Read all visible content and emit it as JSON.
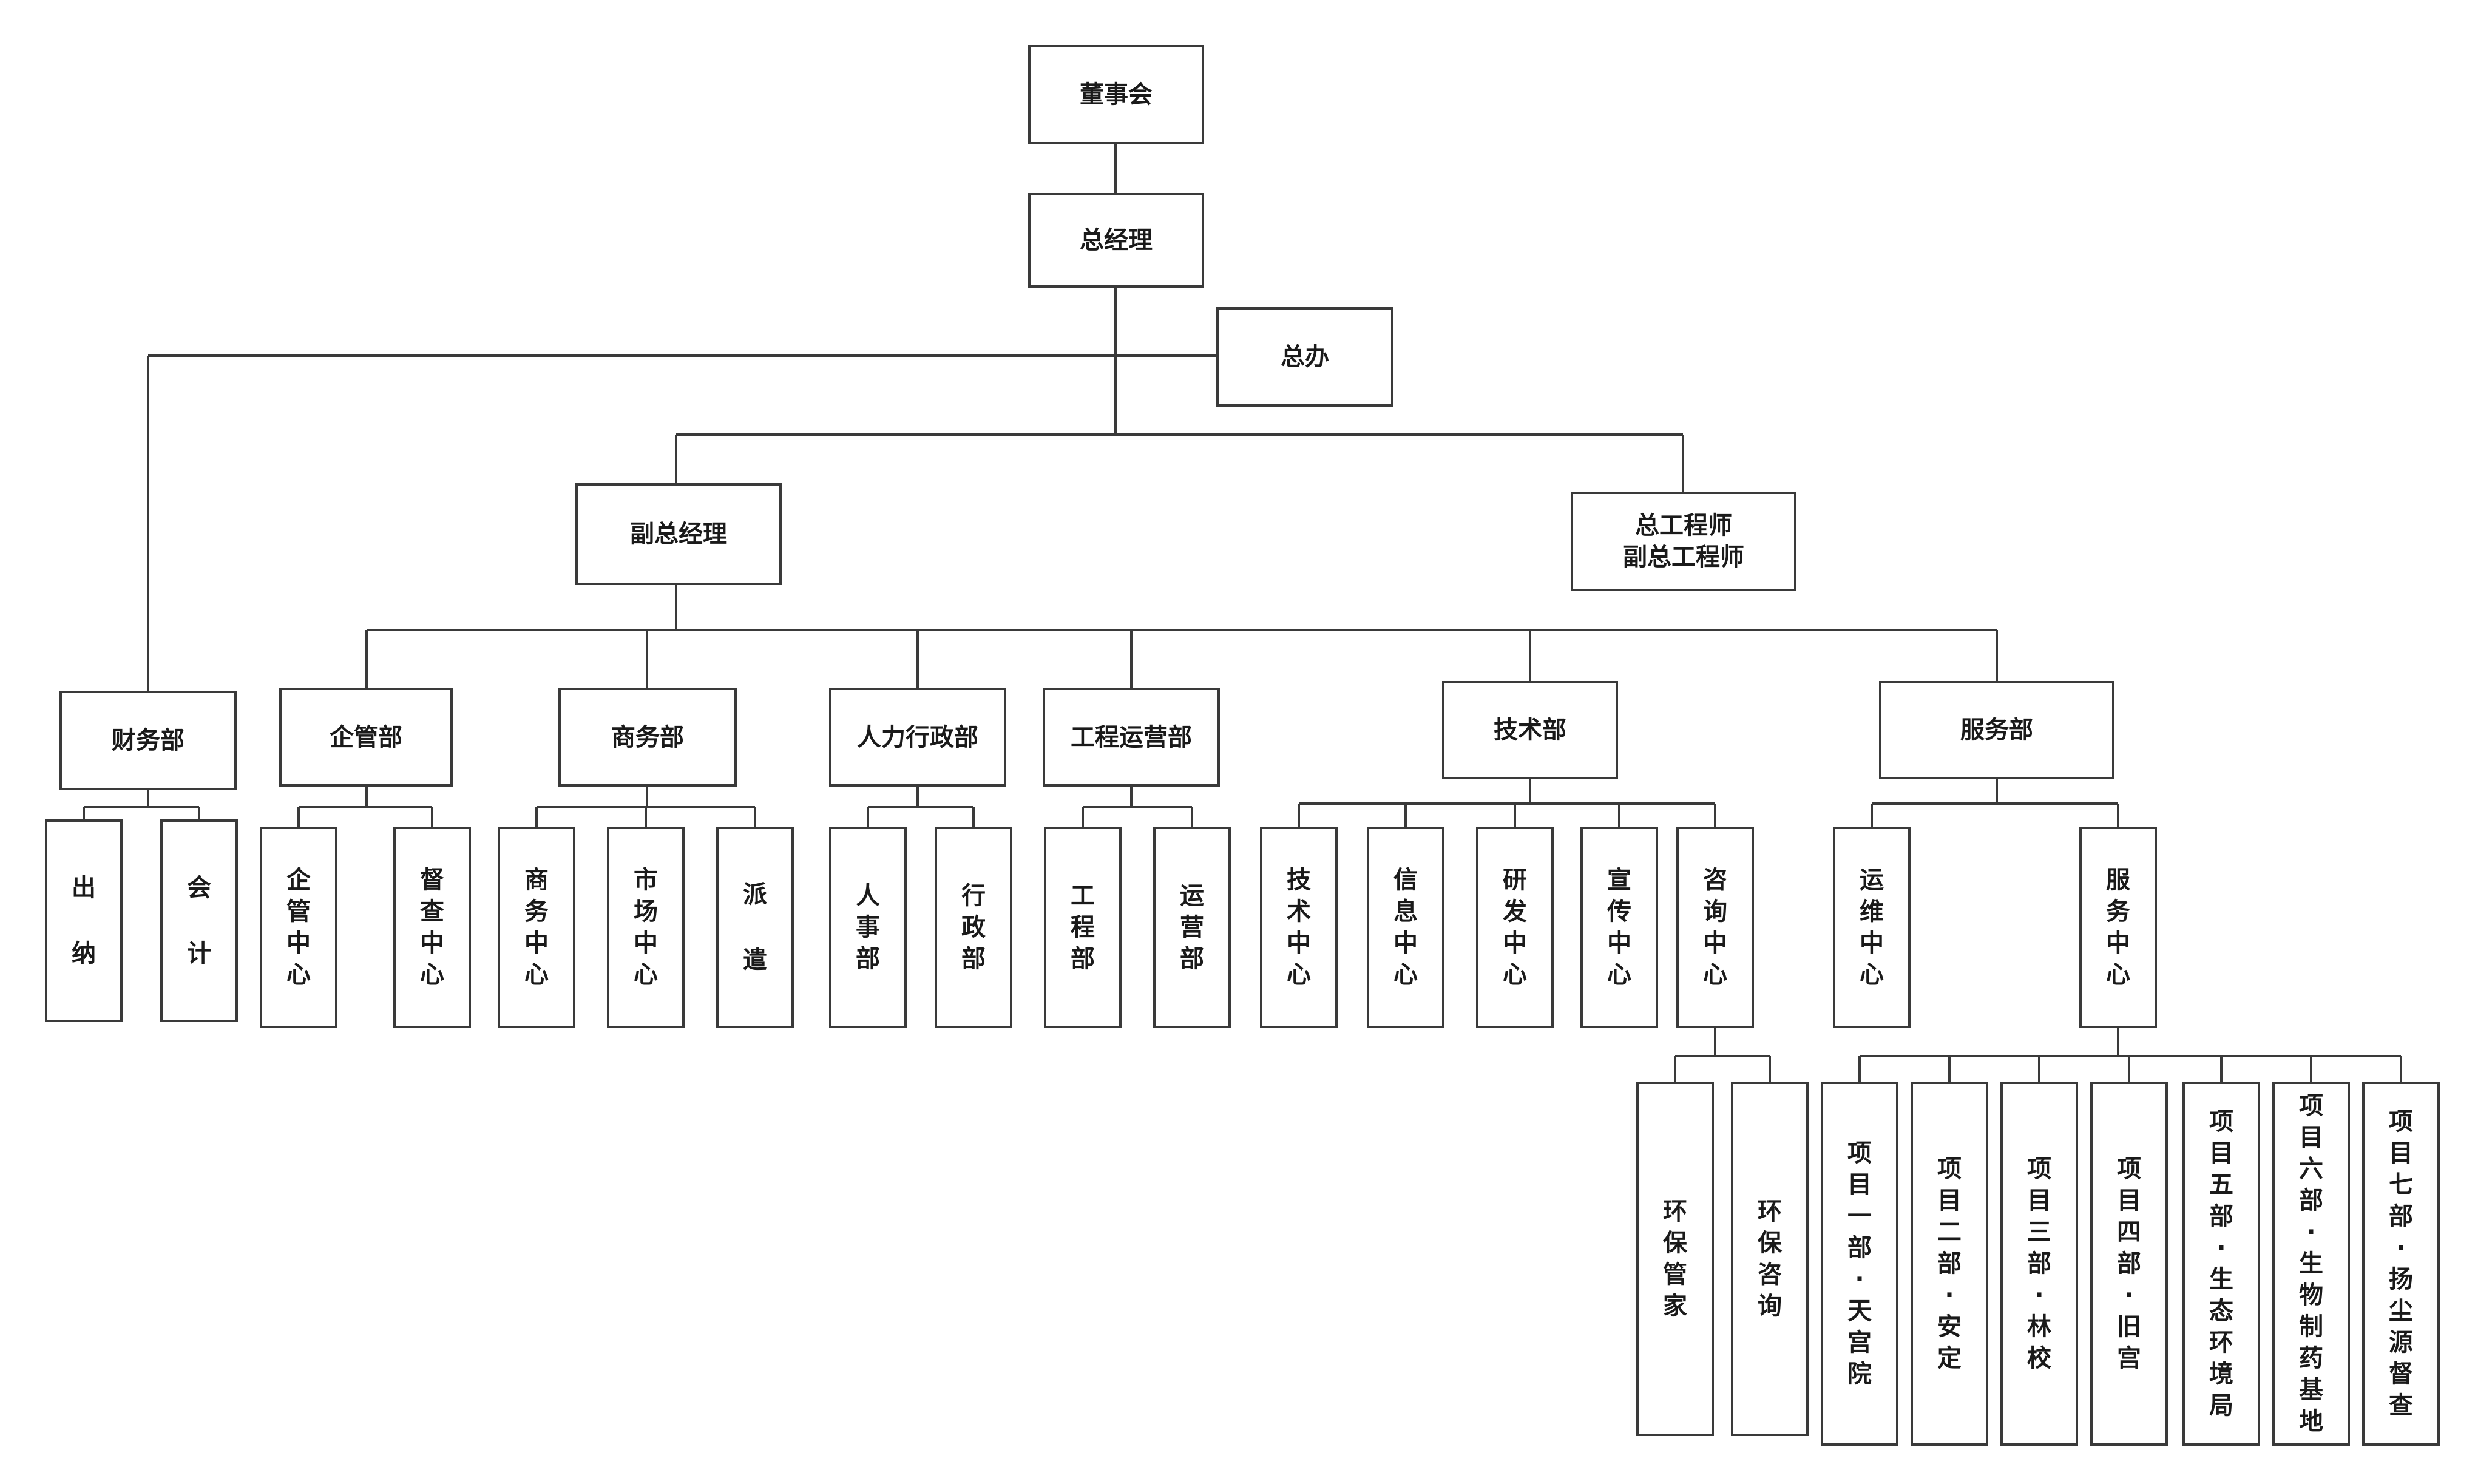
{
  "org": {
    "board": "董事会",
    "gm": "总经理",
    "office": "总办",
    "vgm": "副总经理",
    "chief_engineer": "总工程师\n副总工程师",
    "finance": {
      "name": "财务部",
      "children": [
        "出纳",
        "会计"
      ]
    },
    "enterprise": {
      "name": "企管部",
      "children": [
        "企管中心",
        "督查中心"
      ]
    },
    "business": {
      "name": "商务部",
      "children": [
        "商务中心",
        "市场中心",
        "派遣"
      ]
    },
    "hr_admin": {
      "name": "人力行政部",
      "children": [
        "人事部",
        "行政部"
      ]
    },
    "engineering_ops": {
      "name": "工程运营部",
      "children": [
        "工程部",
        "运营部"
      ]
    },
    "technology": {
      "name": "技术部",
      "children": [
        "技术中心",
        "信息中心",
        "研发中心",
        "宣传中心",
        "咨询中心"
      ]
    },
    "consulting_children": [
      "环保管家",
      "环保咨询"
    ],
    "service": {
      "name": "服务部",
      "children": [
        "运维中心",
        "服务中心"
      ]
    },
    "projects": [
      "项目一部·天宫院",
      "项目二部·安定",
      "项目三部·林校",
      "项目四部·旧宫",
      "项目五部·生态环境局",
      "项目六部·生物制药基地",
      "项目七部·扬尘源督查"
    ]
  }
}
